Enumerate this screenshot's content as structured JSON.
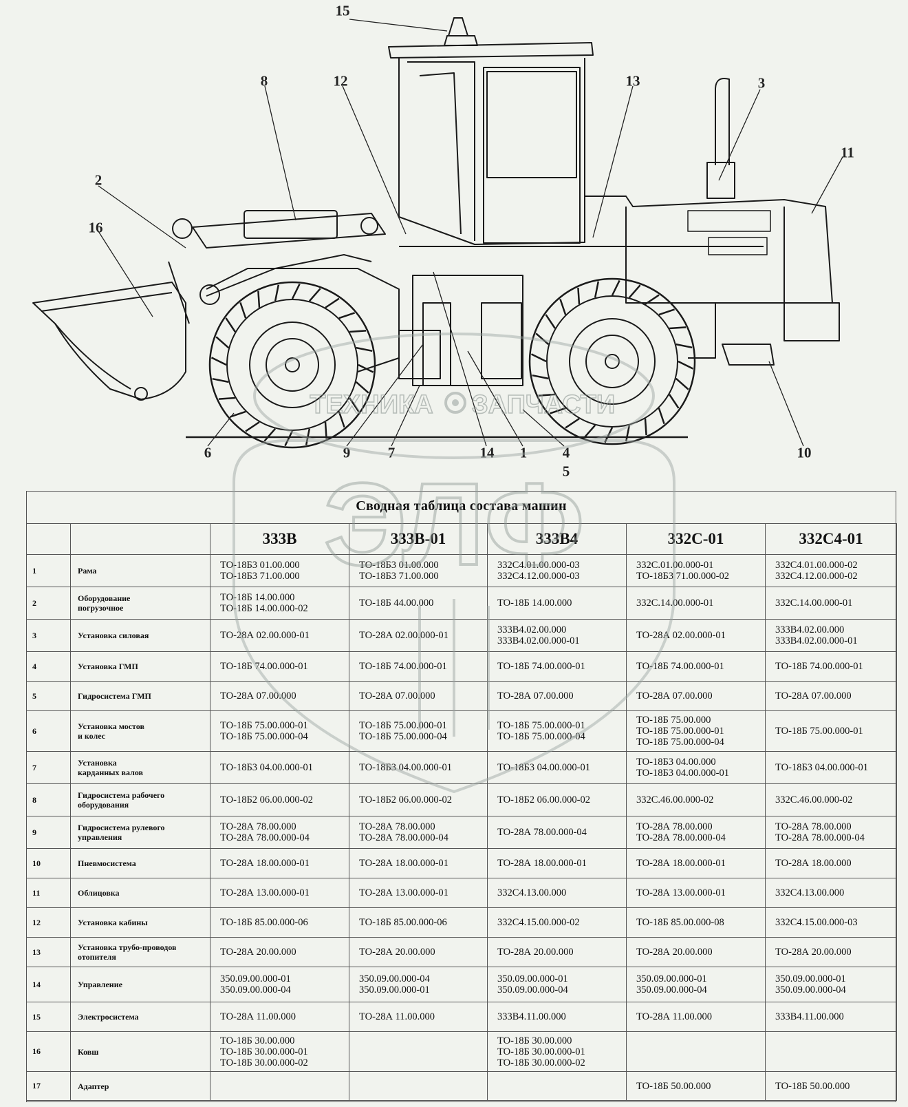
{
  "drawing": {
    "callouts": [
      "15",
      "8",
      "12",
      "13",
      "3",
      "11",
      "2",
      "16",
      "6",
      "9",
      "7",
      "14",
      "1",
      "4",
      "5",
      "10"
    ]
  },
  "watermark": {
    "text_left": "ТЕХНИКА",
    "text_right": "ЗАПЧАСТИ",
    "logo": "ЭЛФ"
  },
  "table": {
    "title": "Сводная таблица состава машин",
    "columns": [
      "333В",
      "333В-01",
      "333В4",
      "332С-01",
      "332С4-01"
    ],
    "rows": [
      {
        "num": "1",
        "name": "Рама",
        "cells": [
          "ТО-18Б3 01.00.000\nТО-18Б3 71.00.000",
          "ТО-18Б3 01.00.000\nТО-18Б3 71.00.000",
          "332С4.01.00.000-03\n332С4.12.00.000-03",
          "332С.01.00.000-01\nТО-18Б3 71.00.000-02",
          "332С4.01.00.000-02\n332С4.12.00.000-02"
        ]
      },
      {
        "num": "2",
        "name": "Оборудование\nпогрузочное",
        "cells": [
          "ТО-18Б 14.00.000\nТО-18Б 14.00.000-02",
          "ТО-18Б 44.00.000",
          "ТО-18Б 14.00.000",
          "332С.14.00.000-01",
          "332С.14.00.000-01"
        ]
      },
      {
        "num": "3",
        "name": "Установка силовая",
        "cells": [
          "ТО-28А 02.00.000-01",
          "ТО-28А 02.00.000-01",
          "333В4.02.00.000\n333В4.02.00.000-01",
          "ТО-28А 02.00.000-01",
          "333В4.02.00.000\n333В4.02.00.000-01"
        ]
      },
      {
        "num": "4",
        "name": "Установка ГМП",
        "cells": [
          "ТО-18Б 74.00.000-01",
          "ТО-18Б 74.00.000-01",
          "ТО-18Б 74.00.000-01",
          "ТО-18Б 74.00.000-01",
          "ТО-18Б 74.00.000-01"
        ]
      },
      {
        "num": "5",
        "name": "Гидросистема ГМП",
        "cells": [
          "ТО-28А 07.00.000",
          "ТО-28А 07.00.000",
          "ТО-28А 07.00.000",
          "ТО-28А 07.00.000",
          "ТО-28А 07.00.000"
        ]
      },
      {
        "num": "6",
        "name": "Установка мостов\n и колес",
        "cells": [
          "ТО-18Б 75.00.000-01\nТО-18Б 75.00.000-04",
          "ТО-18Б 75.00.000-01\nТО-18Б 75.00.000-04",
          "ТО-18Б 75.00.000-01\nТО-18Б 75.00.000-04",
          "ТО-18Б 75.00.000\nТО-18Б 75.00.000-01\nТО-18Б 75.00.000-04",
          "ТО-18Б 75.00.000-01"
        ]
      },
      {
        "num": "7",
        "name": "Установка\nкарданных валов",
        "cells": [
          "ТО-18Б3 04.00.000-01",
          "ТО-18Б3 04.00.000-01",
          "ТО-18Б3 04.00.000-01",
          "ТО-18Б3 04.00.000\nТО-18Б3 04.00.000-01",
          "ТО-18Б3 04.00.000-01"
        ]
      },
      {
        "num": "8",
        "name": "Гидросистема рабочего\nоборудования",
        "cells": [
          "ТО-18Б2 06.00.000-02",
          "ТО-18Б2 06.00.000-02",
          "ТО-18Б2 06.00.000-02",
          "332С.46.00.000-02",
          "332С.46.00.000-02"
        ]
      },
      {
        "num": "9",
        "name": "Гидросистема рулевого\nуправления",
        "cells": [
          "ТО-28А 78.00.000\nТО-28А 78.00.000-04",
          "ТО-28А 78.00.000\nТО-28А 78.00.000-04",
          "ТО-28А 78.00.000-04",
          "ТО-28А 78.00.000\nТО-28А 78.00.000-04",
          "ТО-28А 78.00.000\nТО-28А 78.00.000-04"
        ]
      },
      {
        "num": "10",
        "name": "Пневмосистема",
        "cells": [
          "ТО-28А 18.00.000-01",
          "ТО-28А 18.00.000-01",
          "ТО-28А 18.00.000-01",
          "ТО-28А 18.00.000-01",
          "ТО-28А 18.00.000"
        ]
      },
      {
        "num": "11",
        "name": "Облицовка",
        "cells": [
          "ТО-28А 13.00.000-01",
          "ТО-28А 13.00.000-01",
          "332С4.13.00.000",
          "ТО-28А 13.00.000-01",
          "332С4.13.00.000"
        ]
      },
      {
        "num": "12",
        "name": "Установка кабины",
        "cells": [
          "ТО-18Б 85.00.000-06",
          "ТО-18Б 85.00.000-06",
          "332С4.15.00.000-02",
          "ТО-18Б 85.00.000-08",
          "332С4.15.00.000-03"
        ]
      },
      {
        "num": "13",
        "name": "Установка трубо-проводов\nотопителя",
        "cells": [
          "ТО-28А 20.00.000",
          "ТО-28А 20.00.000",
          "ТО-28А 20.00.000",
          "ТО-28А 20.00.000",
          "ТО-28А 20.00.000"
        ]
      },
      {
        "num": "14",
        "name": "Управление",
        "cells": [
          "350.09.00.000-01\n350.09.00.000-04",
          "350.09.00.000-04\n350.09.00.000-01",
          "350.09.00.000-01\n350.09.00.000-04",
          "350.09.00.000-01\n350.09.00.000-04",
          "350.09.00.000-01\n350.09.00.000-04"
        ]
      },
      {
        "num": "15",
        "name": "Электросистема",
        "cells": [
          "ТО-28А 11.00.000",
          "ТО-28А 11.00.000",
          "333В4.11.00.000",
          "ТО-28А 11.00.000",
          "333В4.11.00.000"
        ]
      },
      {
        "num": "16",
        "name": "Ковш",
        "cells": [
          "ТО-18Б 30.00.000\nТО-18Б 30.00.000-01\nТО-18Б 30.00.000-02",
          "",
          "ТО-18Б 30.00.000\nТО-18Б 30.00.000-01\nТО-18Б 30.00.000-02",
          "",
          ""
        ]
      },
      {
        "num": "17",
        "name": "Адаптер",
        "cells": [
          "",
          "",
          "",
          "ТО-18Б 50.00.000",
          "ТО-18Б 50.00.000"
        ]
      }
    ]
  }
}
